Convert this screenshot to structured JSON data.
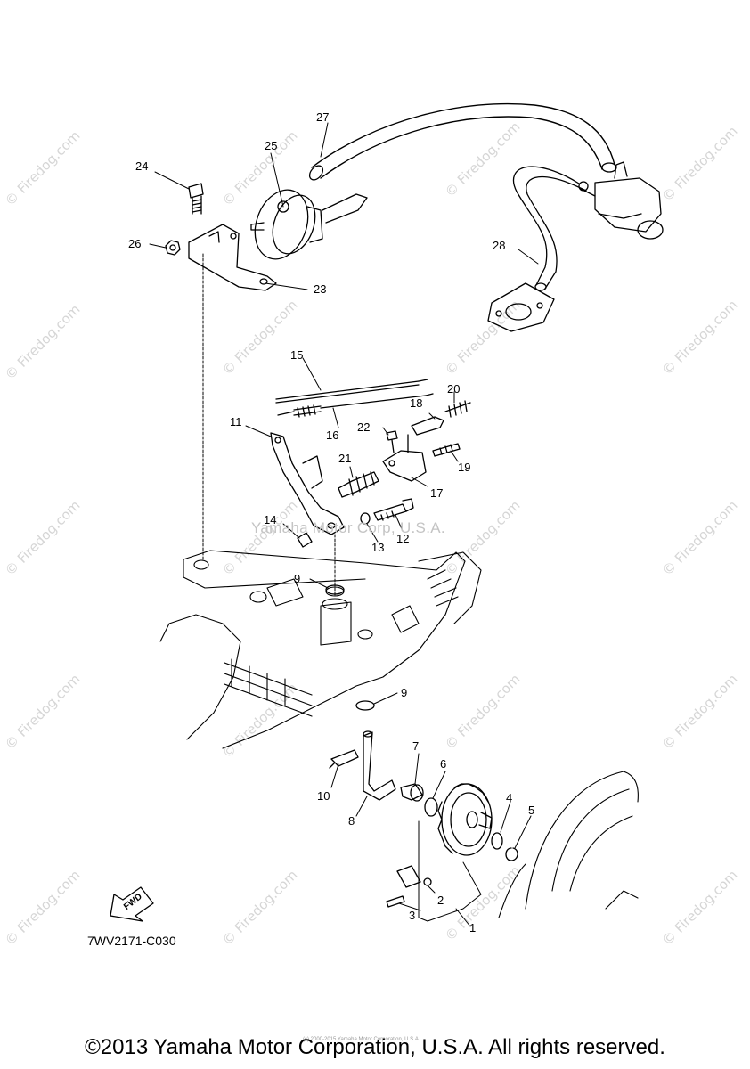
{
  "watermark": {
    "text": "© Firedog.com",
    "center_text": "Yamaha Motor Corp, U.S.A."
  },
  "diagram_code": "7WV2171-C030",
  "fwd_label": "FWD",
  "copyright": "©2013 Yamaha Motor Corporation, U.S.A. All rights reserved.",
  "small_copyright": "(c) 2000-2015 Yamaha Motor Corporation, U.S.A.",
  "part_labels": [
    "1",
    "2",
    "3",
    "4",
    "5",
    "6",
    "7",
    "8",
    "9",
    "9",
    "10",
    "11",
    "12",
    "13",
    "14",
    "15",
    "16",
    "17",
    "18",
    "19",
    "20",
    "21",
    "22",
    "23",
    "24",
    "25",
    "26",
    "27",
    "28"
  ]
}
